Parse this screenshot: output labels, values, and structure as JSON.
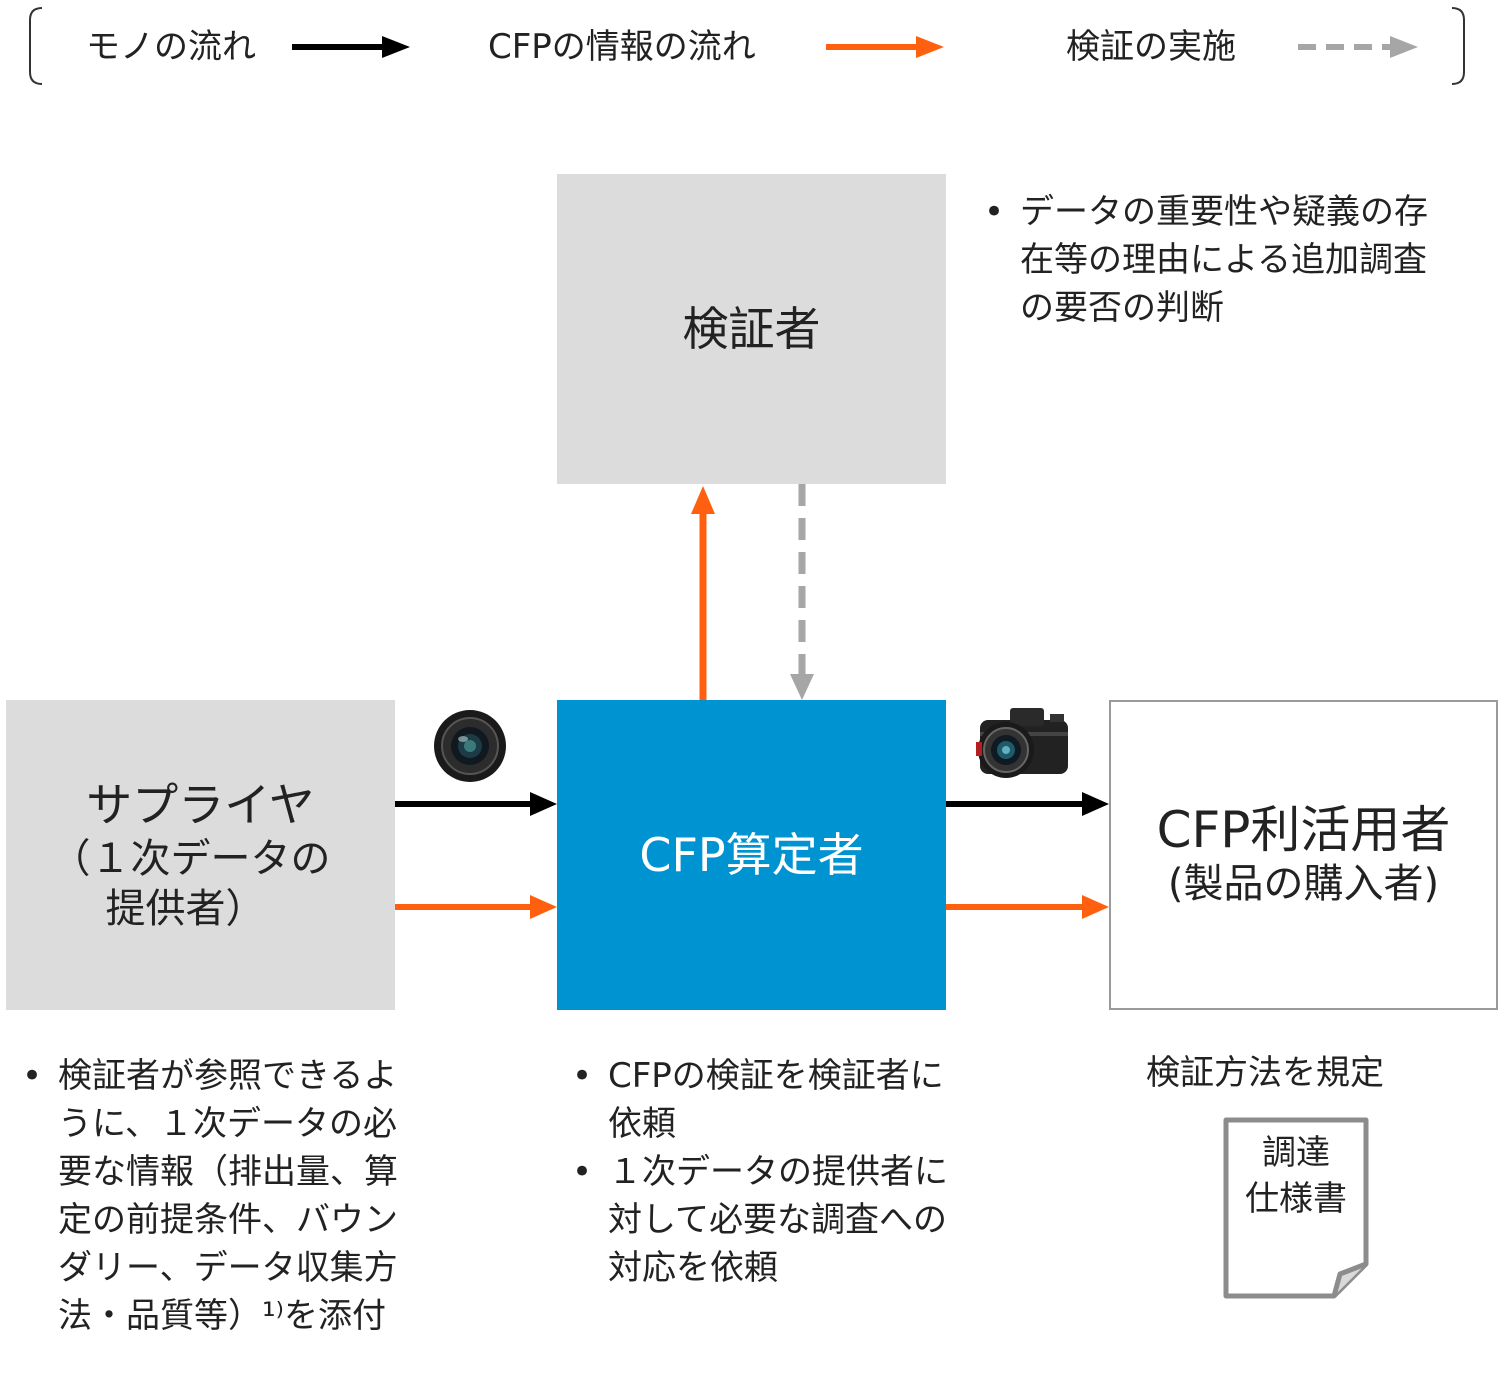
{
  "legend": {
    "goods_flow": "モノの流れ",
    "info_flow": "CFPの情報の流れ",
    "verification": "検証の実施"
  },
  "nodes": {
    "verifier": {
      "title": "検証者"
    },
    "supplier": {
      "line1": "サプライヤ",
      "line2": "（１次データの",
      "line3": "提供者）"
    },
    "calculator": {
      "title": "CFP算定者"
    },
    "user": {
      "line1": "CFP利活用者",
      "line2": "(製品の購入者)"
    }
  },
  "notes": {
    "verifier": [
      "データの重要性や疑義の存在等の理由による追加調査の要否の判断"
    ],
    "supplier": [
      "検証者が参照できるように、１次データの必要な情報（排出量、算定の前提条件、バウンダリー、データ収集方法・品質等）¹⁾を添付"
    ],
    "calculator": [
      "CFPの検証を検証者に依頼",
      "１次データの提供者に対して必要な調査への対応を依頼"
    ]
  },
  "spec": {
    "label": "検証方法を規定",
    "doc_line1": "調達",
    "doc_line2": "仕様書"
  },
  "colors": {
    "goods_arrow": "#000000",
    "info_arrow": "#ff6010",
    "verify_arrow": "#a6a6a6",
    "calculator_box": "#0093d1",
    "party_box": "#dcdcdc"
  },
  "icons": [
    "camera-lens-icon",
    "camera-icon",
    "document-icon"
  ]
}
